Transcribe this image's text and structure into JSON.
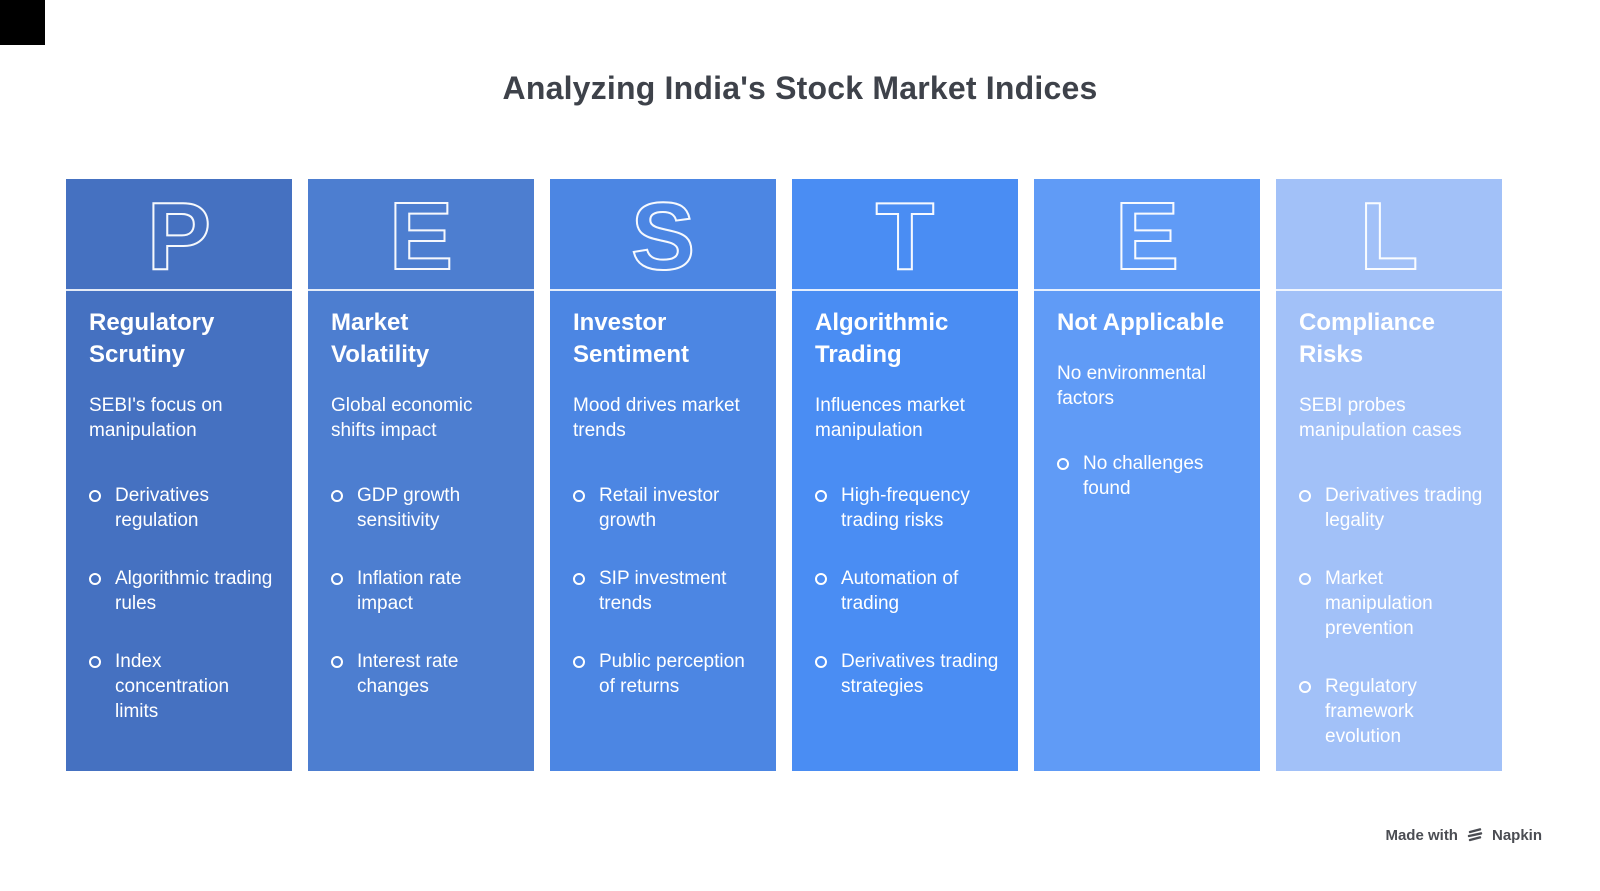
{
  "page": {
    "title": "Analyzing India's Stock Market Indices",
    "framework": "PESTEL",
    "background_color": "#ffffff",
    "title_color": "#3E424A",
    "corner_square_color": "#000000",
    "bullet_style": "hollow-circle",
    "text_color": "#ffffff"
  },
  "columns": [
    {
      "letter": "P",
      "color": "#4571C1",
      "heading": "Regulatory Scrutiny",
      "subtitle": "SEBI's focus on manipulation",
      "bullets": [
        "Derivatives regulation",
        "Algorithmic trading rules",
        "Index concentration limits"
      ]
    },
    {
      "letter": "E",
      "color": "#4D7ED0",
      "heading": "Market Volatility",
      "subtitle": "Global economic shifts impact",
      "bullets": [
        "GDP growth sensitivity",
        "Inflation rate impact",
        "Interest rate changes"
      ]
    },
    {
      "letter": "S",
      "color": "#4C86E3",
      "heading": "Investor Sentiment",
      "subtitle": "Mood drives market trends",
      "bullets": [
        "Retail investor growth",
        "SIP investment trends",
        "Public perception of returns"
      ]
    },
    {
      "letter": "T",
      "color": "#4A8DF3",
      "heading": "Algorithmic Trading",
      "subtitle": "Influences market manipulation",
      "bullets": [
        "High-frequency trading risks",
        "Automation of trading",
        "Derivatives trading strategies"
      ]
    },
    {
      "letter": "E",
      "color": "#609BF6",
      "heading": "Not Applicable",
      "subtitle": "No environmental factors",
      "bullets": [
        "No challenges found"
      ]
    },
    {
      "letter": "L",
      "color": "#A2C1F8",
      "heading": "Compliance Risks",
      "subtitle": "SEBI probes manipulation cases",
      "bullets": [
        "Derivatives trading legality",
        "Market manipulation prevention",
        "Regulatory framework evolution"
      ]
    }
  ],
  "watermark": {
    "prefix": "Made with",
    "brand": "Napkin",
    "color": "#4B4D53"
  }
}
